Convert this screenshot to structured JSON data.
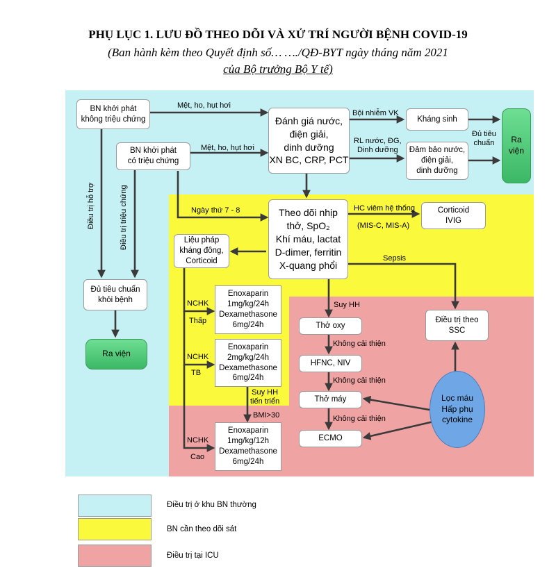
{
  "header": {
    "title": "PHỤ LỤC 1. LƯU ĐỒ THEO DÕI VÀ XỬ TRÍ NGƯỜI BỆNH COVID-19",
    "subtitle_1": "(Ban hành kèm theo Quyết định số… …./QĐ-BYT ngày      tháng     năm 2021",
    "subtitle_2": "của Bộ trưởng Bộ Y tế)"
  },
  "colors": {
    "normal_ward": "#c6f1f4",
    "close_monitor": "#fbf93c",
    "icu": "#f0a3a3",
    "lung": "#6fa7e6",
    "discharge": "#47c973"
  },
  "nodes": {
    "asymptomatic": "BN khởi phát\nkhông triệu chứng",
    "symptomatic": "BN khởi phát\ncó triệu chứng",
    "assess": "Đánh giá nước,\nđiện giải,\ndinh dưỡng\nXN BC, CRP, PCT",
    "antibiotic": "Kháng sinh",
    "ensure_fluids": "Đảm bảo nước,\nđiện giải,\ndinh dưỡng",
    "discharge_top": "Ra\nviện",
    "monitor": "Theo dõi nhịp\nthở, SpO₂\nKhí máu, lactat\nD-dimer, ferritin\nX-quang phổi",
    "corticoid_ivig": "Corticoid\nIVIG",
    "anticoag_therapy": "Liệu pháp\nkháng đông,\nCorticoid",
    "recovery_criteria": "Đủ tiêu chuẩn\nkhỏi bệnh",
    "discharge_bottom": "Ra viện",
    "eno_low": "Enoxaparin\n1mg/kg/24h\nDexamethasone\n6mg/24h",
    "eno_mid": "Enoxaparin\n2mg/kg/24h\nDexamethasone\n6mg/24h",
    "eno_high": "Enoxaparin\n1mg/kg/12h\nDexamethasone\n6mg/24h",
    "oxygen": "Thở oxy",
    "hfnc": "HFNC, NIV",
    "ventilator": "Thở máy",
    "ecmo": "ECMO",
    "ssc": "Điều trị theo\nSSC",
    "blood_filter": "Lọc máu\nHấp phụ\ncytokine"
  },
  "edges": {
    "tired_cough_1": "Mệt, ho, hụt hơi",
    "tired_cough_2": "Mệt, ho, hụt hơi",
    "bacterial": "Bội nhiễm VK",
    "rl_fluids": "RL nước, ĐG,\nDinh dưỡng",
    "enough_criteria": "Đủ tiêu\nchuẩn",
    "day_7_8": "Ngày thứ 7 - 8",
    "hc_syndrome": "HC viêm hệ thống",
    "mis": "(MIS-C, MIS-A)",
    "sepsis": "Sepsis",
    "worsened": "Suy HH",
    "no_improve_1": "Không cải thiện",
    "no_improve_2": "Không cải thiện",
    "no_improve_3": "Không cải thiện",
    "nchk_1": "NCHK",
    "low": "Thấp",
    "nchk_2": "NCHK",
    "tb": "TB",
    "nchk_3": "NCHK",
    "high": "Cao",
    "worse_progress": "Suy HH\ntiến triển",
    "bmi": "BMI>30",
    "support_treatment": "Điều trị hỗ trợ",
    "symptom_treatment": "Điều trị triệu chứng"
  },
  "legend": [
    {
      "label": "Điều trị ở khu BN thường"
    },
    {
      "label": "BN cần theo dõi sát"
    },
    {
      "label": "Điều trị tại ICU"
    }
  ]
}
